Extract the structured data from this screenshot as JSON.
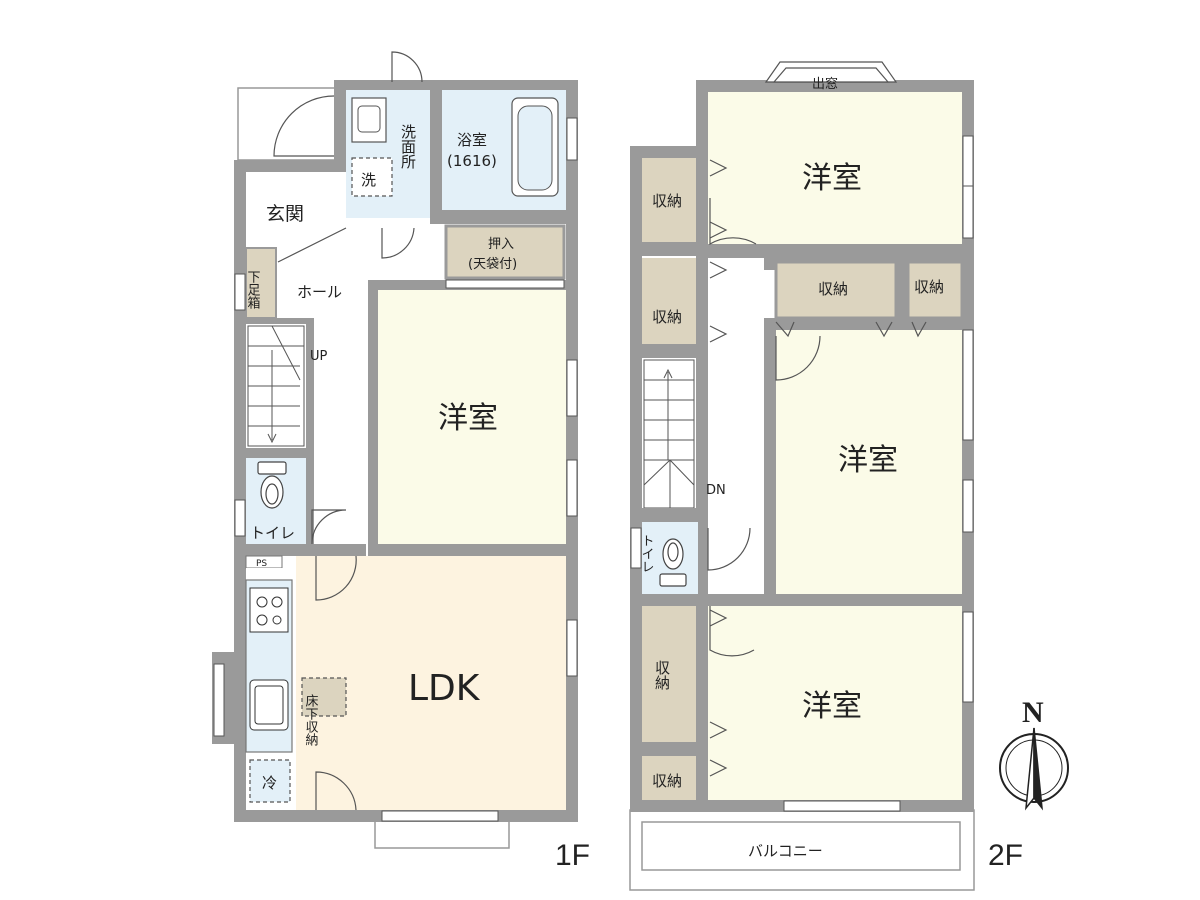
{
  "colors": {
    "wall": "#9a9a9a",
    "western_room": "#fbfbe8",
    "ldk": "#fdf3e0",
    "wet_area": "#e3f0f8",
    "storage": "#dcd4bf",
    "hall": "#ffffff"
  },
  "floor1": {
    "label": "1F",
    "rooms": {
      "entrance": "玄関",
      "hall": "ホール",
      "shoe_box": "下足箱",
      "washroom": "洗面所",
      "washer": "洗",
      "bathroom": "浴室",
      "bathroom_size": "(1616)",
      "closet": "押入",
      "closet_note": "(天袋付)",
      "western_room": "洋室",
      "toilet": "トイレ",
      "ps": "PS",
      "ldk": "LDK",
      "underfloor_storage": "床下収納",
      "fridge": "冷"
    },
    "stairs_label": "UP"
  },
  "floor2": {
    "label": "2F",
    "rooms": {
      "bay_window": "出窓",
      "western_room_north": "洋室",
      "western_room_east": "洋室",
      "western_room_south": "洋室",
      "storage": "収納",
      "toilet": "トイレ",
      "balcony": "バルコニー"
    },
    "stairs_label": "DN"
  },
  "compass": {
    "label": "N"
  }
}
